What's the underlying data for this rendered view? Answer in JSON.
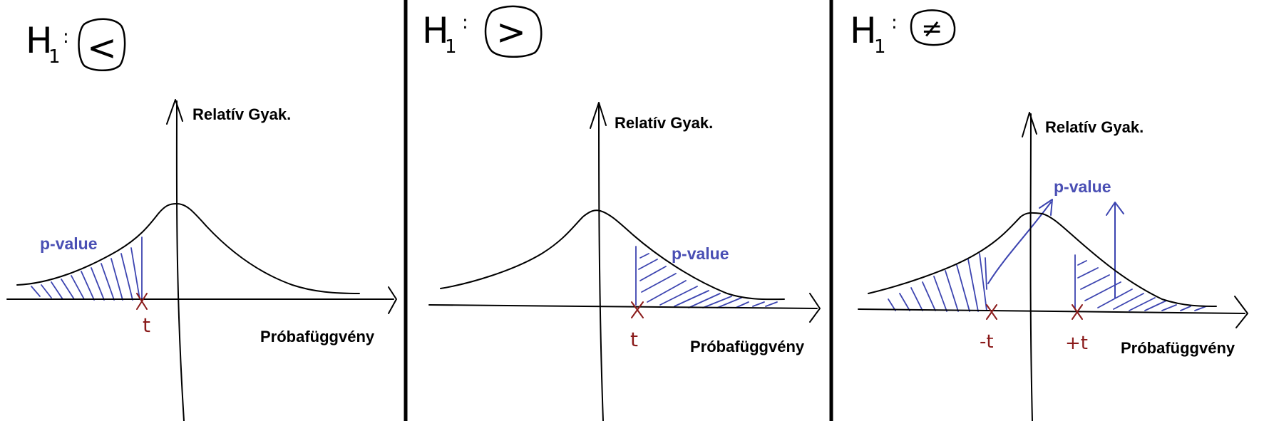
{
  "colors": {
    "ink": "#000000",
    "hatch": "#3c44b0",
    "pvalue": "#4a4fb4",
    "marker": "#8a1a1a"
  },
  "panels": [
    {
      "hypothesis_prefix": "H",
      "hypothesis_sub": "1",
      "hypothesis_symbol": "<",
      "y_axis_label": "Relatív Gyak.",
      "x_axis_label": "Próbafüggvény",
      "pvalue_label": "p-value",
      "markers": [
        "t"
      ]
    },
    {
      "hypothesis_prefix": "H",
      "hypothesis_sub": "1",
      "hypothesis_symbol": ">",
      "y_axis_label": "Relatív Gyak.",
      "x_axis_label": "Próbafüggvény",
      "pvalue_label": "p-value",
      "markers": [
        "t"
      ]
    },
    {
      "hypothesis_prefix": "H",
      "hypothesis_sub": "1",
      "hypothesis_symbol": "≠",
      "y_axis_label": "Relatív Gyak.",
      "x_axis_label": "Próbafüggvény",
      "pvalue_label": "p-value",
      "markers": [
        "-t",
        "+t"
      ]
    }
  ]
}
